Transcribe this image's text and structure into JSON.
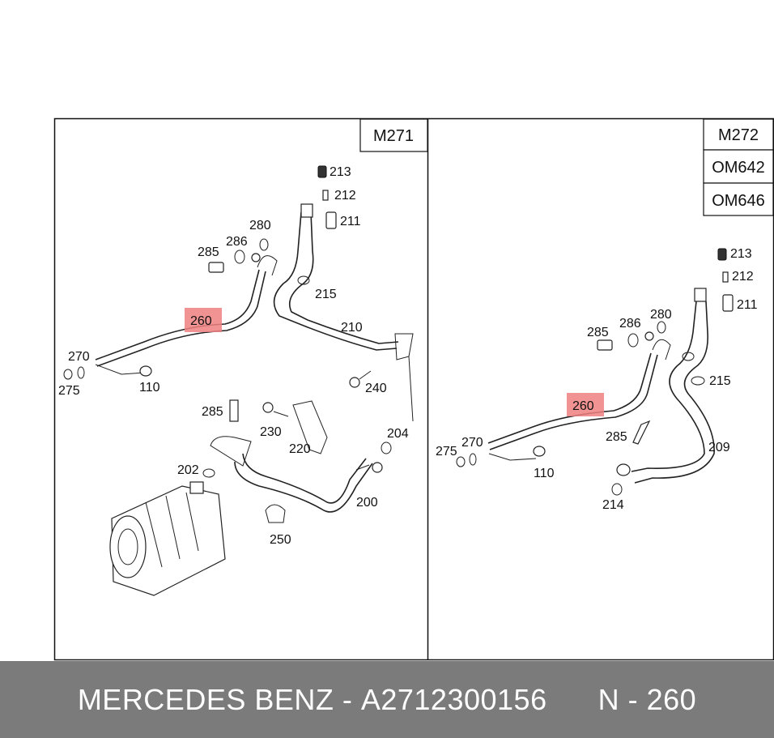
{
  "panels": {
    "left": {
      "engines": [
        "M271"
      ],
      "labels": [
        "213",
        "212",
        "211",
        "280",
        "286",
        "285",
        "215",
        "260",
        "210",
        "270",
        "275",
        "110",
        "240",
        "285",
        "230",
        "204",
        "220",
        "202",
        "200",
        "250"
      ]
    },
    "right": {
      "engines": [
        "M272",
        "OM642",
        "OM646"
      ],
      "labels": [
        "213",
        "212",
        "211",
        "280",
        "286",
        "285",
        "215",
        "260",
        "275",
        "270",
        "110",
        "285",
        "209",
        "214"
      ]
    }
  },
  "highlight_color": "#f08080",
  "footer": {
    "brand": "MERCEDES BENZ",
    "separator": " - ",
    "part_number": "A2712300156",
    "position": "N - 260"
  }
}
